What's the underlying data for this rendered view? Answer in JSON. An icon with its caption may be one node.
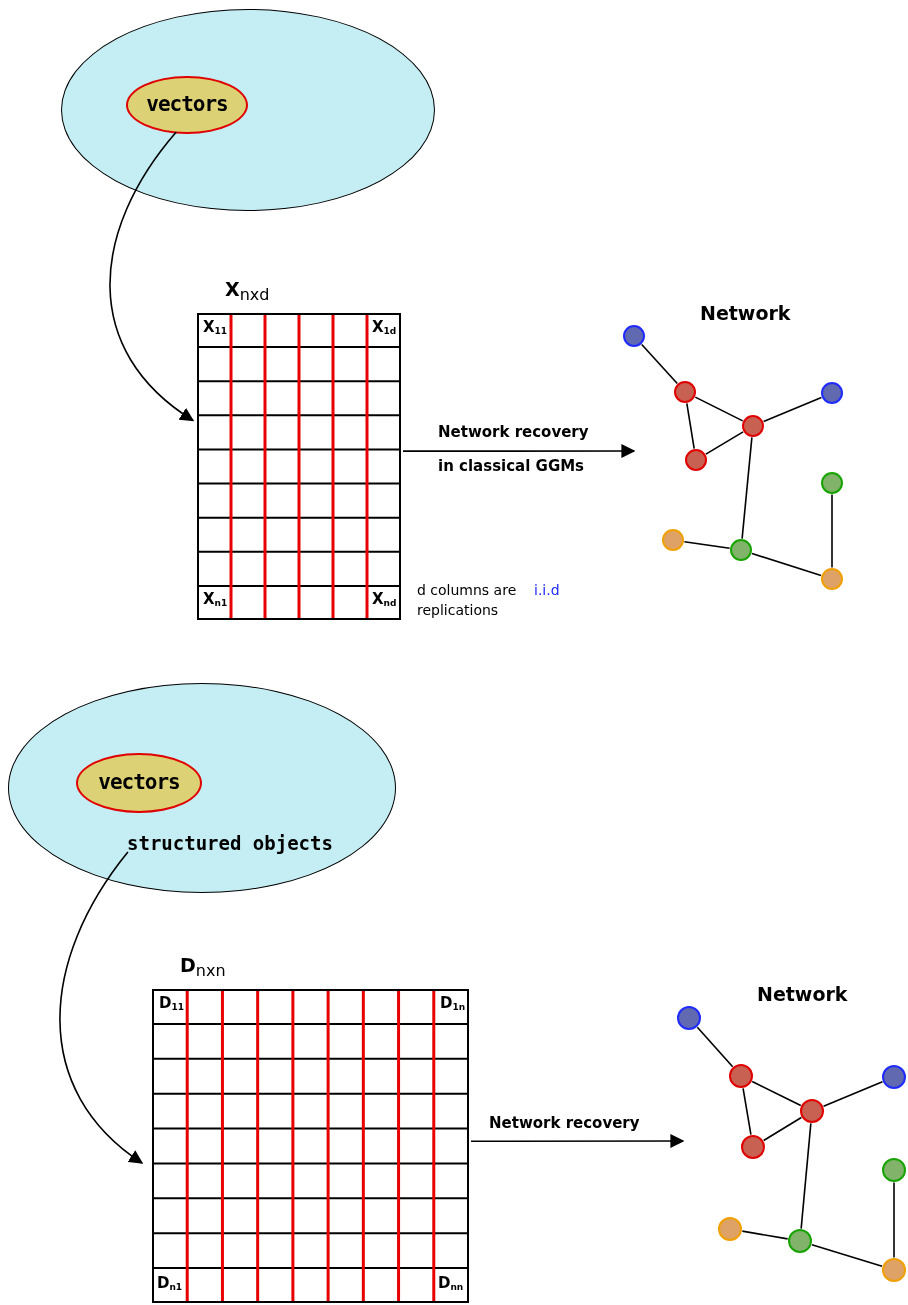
{
  "diagram": {
    "nodes": [
      {
        "text": [],
        "shape": "ellipse"
      },
      {
        "text": [
          "vectors"
        ],
        "in": 0
      },
      {
        "text": [
          "X$_{nxd}$"
        ]
      },
      {
        "text": [],
        "shape": "circle"
      },
      {
        "text": [],
        "shape": "circle"
      },
      {
        "text": [],
        "shape": "circle"
      },
      {
        "text": [],
        "shape": "circle"
      },
      {
        "text": [],
        "shape": "circle"
      },
      {
        "text": [],
        "shape": "circle"
      },
      {
        "text": [],
        "shape": "circle"
      },
      {
        "text": [],
        "shape": "circle"
      },
      {
        "text": [],
        "shape": "circle"
      },
      {
        "text": [
          "structured objects"
        ]
      },
      {
        "text": [
          "vectors"
        ],
        "in": 12
      },
      {
        "text": [
          "D$_{nxn}$"
        ]
      },
      {
        "text": [],
        "shape": "circle"
      },
      {
        "text": [],
        "shape": "circle"
      },
      {
        "text": [],
        "shape": "circle"
      },
      {
        "text": [],
        "shape": "circle"
      },
      {
        "text": [],
        "shape": "circle"
      },
      {
        "text": [],
        "shape": "circle"
      },
      {
        "text": [],
        "shape": "circle"
      },
      {
        "text": [],
        "shape": "circle"
      },
      {
        "text": [],
        "shape": "circle"
      }
    ],
    "edges": [
      {
        "from": 1,
        "to": 2,
        "arrow": "to"
      },
      {
        "from": 2,
        "to": null,
        "arrow": "to"
      },
      {
        "from": 3,
        "to": 4,
        "arrow": "none"
      },
      {
        "from": 4,
        "to": 6,
        "arrow": "none"
      },
      {
        "from": 4,
        "to": 7,
        "arrow": "none"
      },
      {
        "from": 7,
        "to": 6,
        "arrow": "none"
      },
      {
        "from": 6,
        "to": 5,
        "arrow": "none"
      },
      {
        "from": 6,
        "to": 10,
        "arrow": "none"
      },
      {
        "from": 9,
        "to": 10,
        "arrow": "none"
      },
      {
        "from": 10,
        "to": 11,
        "arrow": "none"
      },
      {
        "from": 8,
        "to": 11,
        "arrow": "none"
      },
      {
        "from": 12,
        "to": 14,
        "arrow": "to"
      },
      {
        "from": 14,
        "to": null,
        "arrow": "to",
        "label": "Network recovery"
      },
      {
        "from": 15,
        "to": 16,
        "arrow": "none"
      },
      {
        "from": 16,
        "to": 18,
        "arrow": "none"
      },
      {
        "from": 16,
        "to": 19,
        "arrow": "none"
      },
      {
        "from": 19,
        "to": 18,
        "arrow": "none"
      },
      {
        "from": 18,
        "to": 17,
        "arrow": "none"
      },
      {
        "from": 18,
        "to": 22,
        "arrow": "none"
      },
      {
        "from": 21,
        "to": 22,
        "arrow": "none"
      },
      {
        "from": 22,
        "to": 23,
        "arrow": "none"
      },
      {
        "from": 20,
        "to": 23,
        "arrow": "none"
      }
    ],
    "labels": [
      "X$_{11}$",
      "X$_{1d}$",
      "X$_{n1}$",
      "X$_{nd}$",
      "d columns are",
      "i.i.d",
      "replications",
      "Network recovery",
      "in classical GGMs",
      "Network",
      "D$_{11}$",
      "D$_{1n}$",
      "D$_{n1}$",
      "D$_{nn}$",
      "Network"
    ]
  }
}
